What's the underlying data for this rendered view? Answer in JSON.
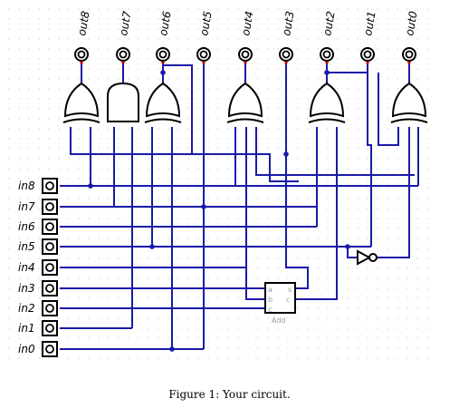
{
  "outputs": [
    "out8",
    "out7",
    "out6",
    "out5",
    "out4",
    "out3",
    "out2",
    "out1",
    "out0"
  ],
  "inputs": [
    "in8",
    "in7",
    "in6",
    "in5",
    "in4",
    "in3",
    "in2",
    "in1",
    "in0"
  ],
  "adder": {
    "label": "Add",
    "ports": [
      "a",
      "b",
      "c",
      "s",
      "c"
    ]
  },
  "caption": "Figure 1: Your circuit.",
  "colors": {
    "wire": "#1a1aa8",
    "junction": "#1a1aa8",
    "pin_tip": "#cc0000",
    "grid_dot": "#d0d0d0"
  }
}
